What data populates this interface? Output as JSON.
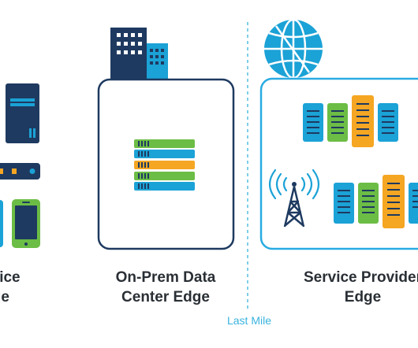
{
  "colors": {
    "navy": "#1e3a60",
    "sky": "#1ba2d6",
    "green": "#6cbd45",
    "orange": "#f5a623",
    "frame": "#1e3a60",
    "frame_right": "#29abe2",
    "divider": "#39b3dd",
    "text": "#2a2f35"
  },
  "device_edge": {
    "label_line1": "Device",
    "label_line2": "dge"
  },
  "onprem_edge": {
    "label_line1": "On-Prem Data",
    "label_line2": "Center Edge"
  },
  "service_provider_edge": {
    "label_line1": "Service Provider",
    "label_line2": "Edge"
  },
  "divider": {
    "label": "Last Mile"
  }
}
